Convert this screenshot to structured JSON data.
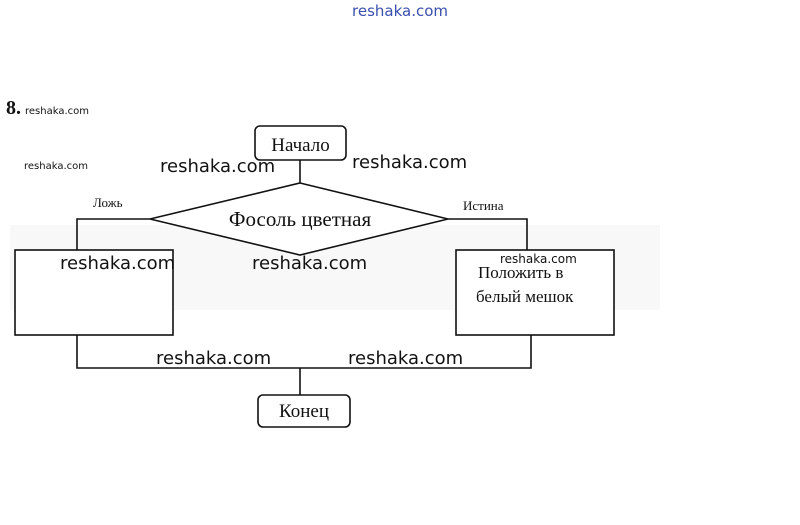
{
  "header": {
    "watermark": "reshaka.com"
  },
  "task": {
    "number": "8.",
    "watermark": "reshaka.com"
  },
  "flowchart": {
    "start": "Начало",
    "condition": "Фосоль цветная",
    "false_label": "Ложь",
    "true_label": "Истина",
    "false_box": "",
    "true_box_line1": "Положить в",
    "true_box_line2": "белый мешок",
    "end": "Конец"
  },
  "watermarks": {
    "small_left": "reshaka.com",
    "w1": "reshaka.com",
    "w2": "reshaka.com",
    "w3": "reshaka.com",
    "w4": "reshaka.com",
    "w5_small": "reshaka.com",
    "w6": "reshaka.com",
    "w7": "reshaka.com"
  }
}
